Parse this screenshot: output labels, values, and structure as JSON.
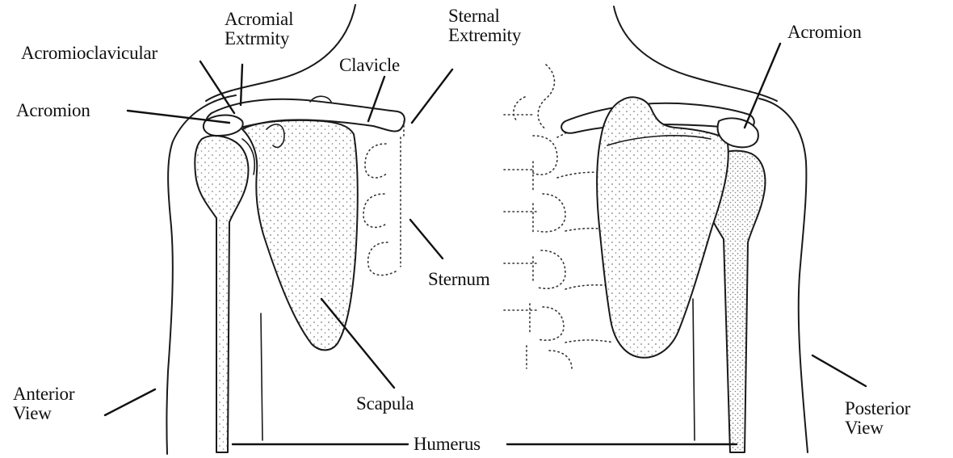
{
  "labels": {
    "acromial_extremity": [
      "Acromial",
      "Extrmity"
    ],
    "sternal_extremity": [
      "Sternal",
      "Extremity"
    ],
    "acromioclavicular": "Acromioclavicular",
    "clavicle": "Clavicle",
    "acromion_left": "Acromion",
    "acromion_right": "Acromion",
    "sternum": "Sternum",
    "scapula": "Scapula",
    "anterior_view": [
      "Anterior",
      "View"
    ],
    "posterior_view": [
      "Posterior",
      "View"
    ],
    "humerus": "Humerus"
  }
}
